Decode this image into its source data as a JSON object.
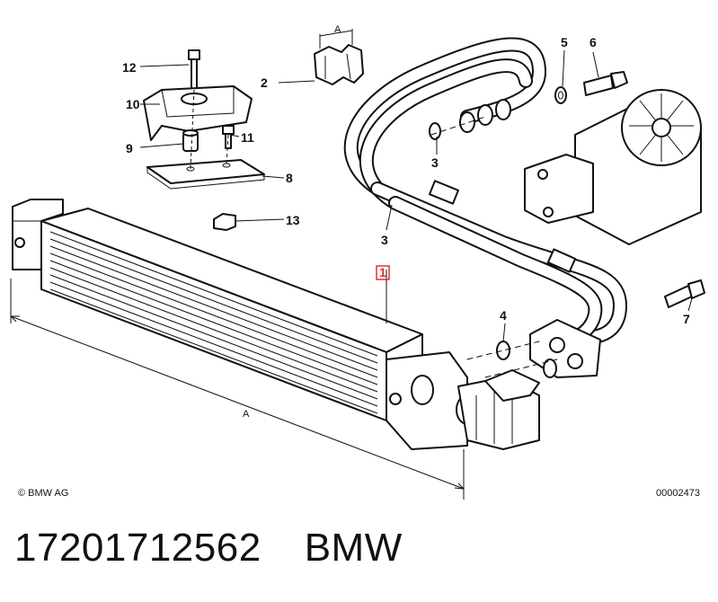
{
  "diagram": {
    "callouts": [
      "1",
      "2",
      "3",
      "3",
      "4",
      "5",
      "6",
      "7",
      "8",
      "9",
      "10",
      "11",
      "12",
      "13"
    ],
    "dimension_labels": [
      "A",
      "A"
    ],
    "copyright": "© BMW AG",
    "figure_number": "00002473",
    "highlight_color": "#e03030"
  },
  "caption": {
    "part_number": "17201712562",
    "brand": "BMW"
  }
}
